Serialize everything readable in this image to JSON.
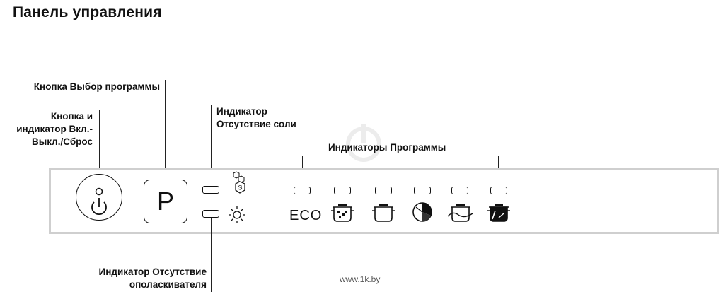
{
  "title": "Панель управления",
  "callouts": {
    "program_button": "Кнопка Выбор программы",
    "power_button": [
      "Кнопка и",
      "индикатор Вкл.-",
      "Выкл./Сброс"
    ],
    "salt_indicator": [
      "Индикатор",
      "Отсутствие соли"
    ],
    "program_indicators": "Индикаторы Программы",
    "rinse_indicator": [
      "Индикатор Отсутствие",
      "ополаскивателя"
    ]
  },
  "panel": {
    "program_button_letter": "P",
    "first_program_label": "ECO"
  },
  "icons": {
    "power": "power-icon",
    "salt": "salt-hexagon-icon",
    "rinse": "rinse-aid-sun-icon",
    "programs": [
      "eco",
      "intensive-pot-icon",
      "normal-pot-icon",
      "quick-clock-icon",
      "delicate-wave-icon",
      "half-load-icon"
    ]
  },
  "watermark": "www.1k.by"
}
